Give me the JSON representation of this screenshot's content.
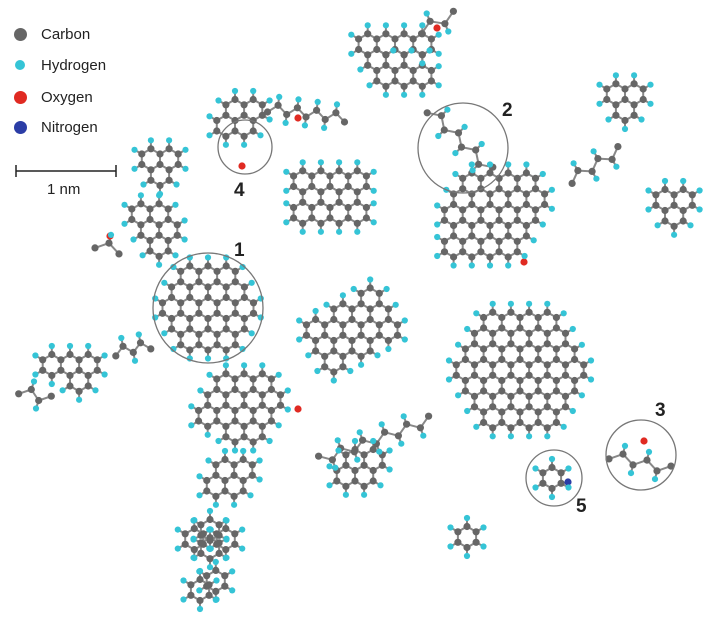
{
  "legend": [
    {
      "label": "Carbon",
      "color": "#666666"
    },
    {
      "label": "Hydrogen",
      "color": "#35c4d6"
    },
    {
      "label": "Oxygen",
      "color": "#e02a22"
    },
    {
      "label": "Nitrogen",
      "color": "#2b3da6"
    }
  ],
  "scale_bar": {
    "label": "1 nm"
  },
  "circle_labels": [
    "1",
    "2",
    "3",
    "4",
    "5"
  ],
  "colors": {
    "bond": "#888888",
    "circle": "#777777"
  }
}
